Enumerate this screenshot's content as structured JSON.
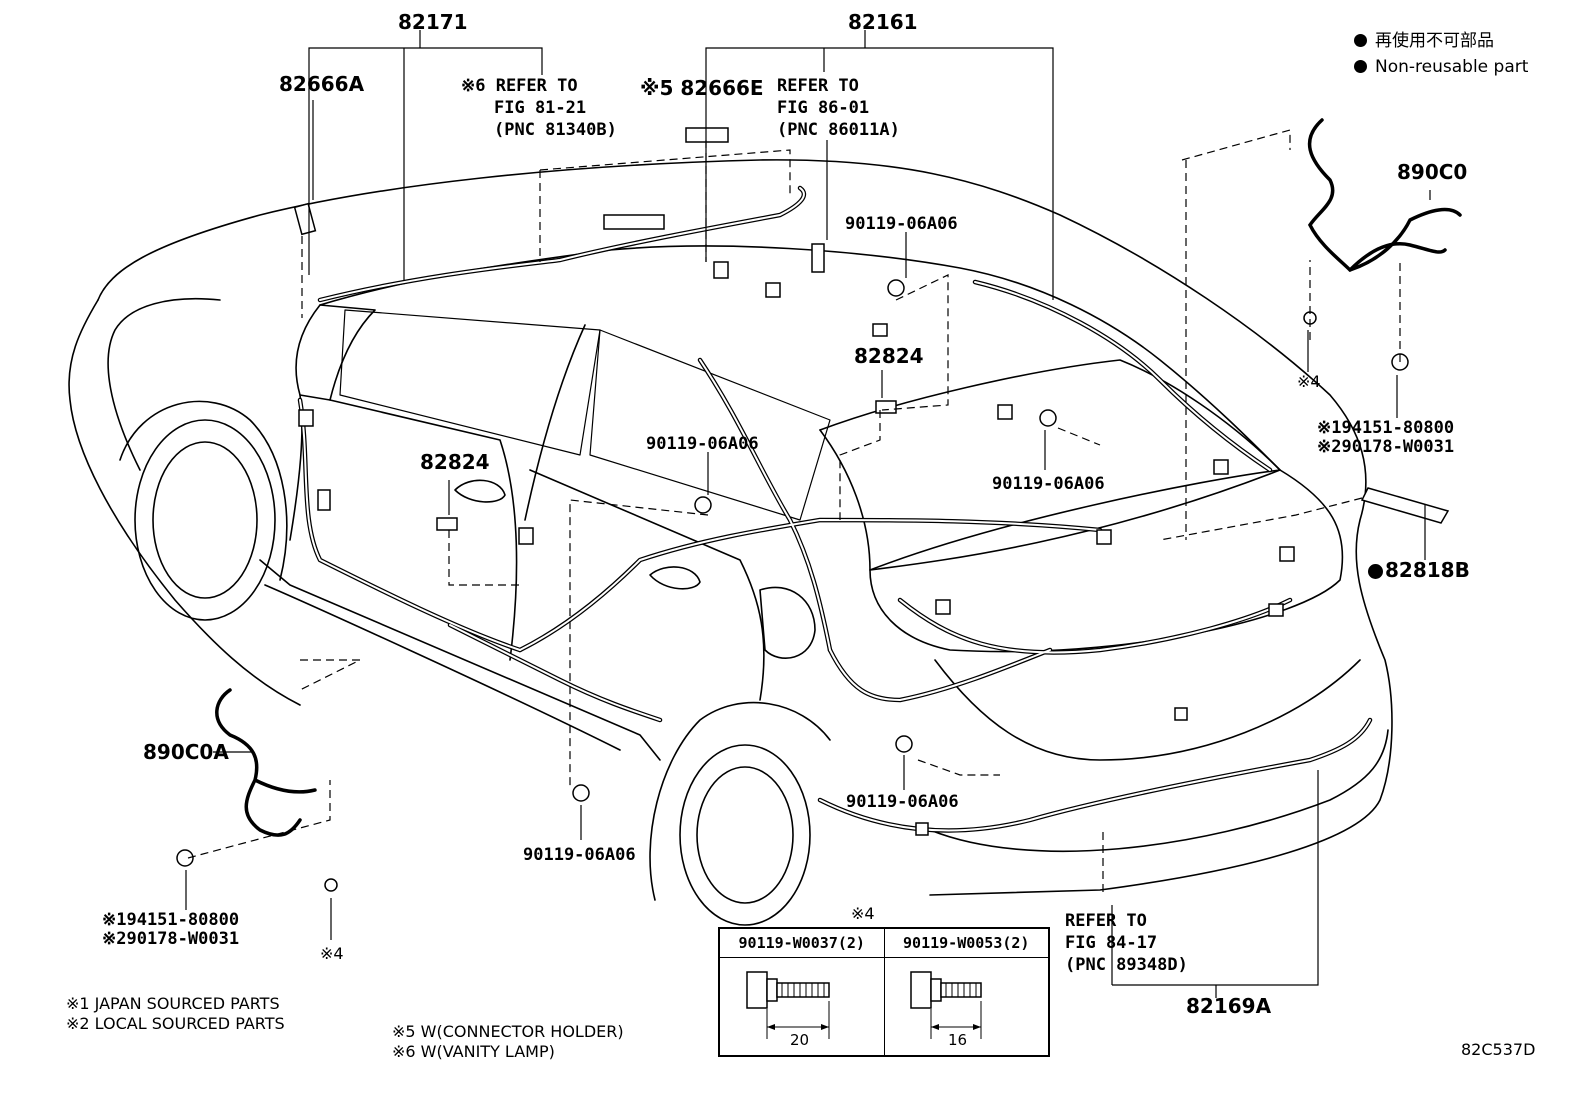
{
  "callouts": {
    "p82171": "82171",
    "p82161": "82161",
    "p82666A": "82666A",
    "p82666E": "※5 82666E",
    "refer_fig81": [
      "※6 REFER TO",
      "FIG 81-21",
      "(PNC 81340B)"
    ],
    "refer_fig86": [
      "REFER TO",
      "FIG 86-01",
      "(PNC 86011A)"
    ],
    "bolt_top": "90119-06A06",
    "p82824_right": "82824",
    "p82824_left": "82824",
    "bolt_mid": "90119-06A06",
    "bolt_right": "90119-06A06",
    "bolt_lower_center": "90119-06A06",
    "bolt_bottom": "90119-06A06",
    "p890C0": "890C0",
    "p890C0A": "890C0A",
    "ref4_right": "※4",
    "ref4_left": "※4",
    "parts_right": [
      "※194151-80800",
      "※290178-W0031"
    ],
    "parts_left": [
      "※194151-80800",
      "※290178-W0031"
    ],
    "p82818B": "82818B",
    "refer_fig84": [
      "REFER TO",
      "FIG 84-17",
      "(PNC 89348D)"
    ],
    "p82169A": "82169A",
    "table_ref": "※4"
  },
  "legend": {
    "jp": "再使用不可部品",
    "en": "Non-reusable part"
  },
  "table": {
    "col1": "90119-W0037(2)",
    "col2": "90119-W0053(2)",
    "dim1": "20",
    "dim2": "16"
  },
  "notes": {
    "n1": "※1 JAPAN SOURCED PARTS",
    "n2": "※2 LOCAL SOURCED PARTS",
    "n5": "※5 W(CONNECTOR HOLDER)",
    "n6": "※6 W(VANITY LAMP)"
  },
  "figure_code": "82C537D"
}
